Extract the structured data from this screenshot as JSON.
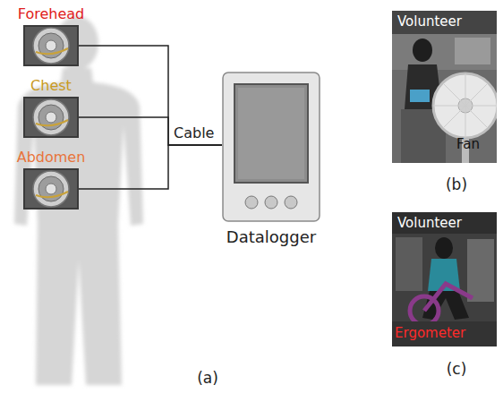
{
  "diagram": {
    "nodes": [
      {
        "text": [
          "Forehead"
        ]
      },
      {
        "text": [
          "Chest"
        ]
      },
      {
        "text": [
          "Abdomen"
        ]
      },
      {
        "text": [
          "Datalogger"
        ]
      },
      {
        "text": [
          "Volunteer",
          "Fan"
        ]
      },
      {
        "text": [
          "Volunteer",
          "Ergometer"
        ]
      }
    ],
    "edges": [
      {
        "from": 0,
        "to": 3,
        "arrow": "none"
      },
      {
        "from": 1,
        "to": 3,
        "arrow": "none",
        "label": "Cable"
      },
      {
        "from": 2,
        "to": 3,
        "arrow": "none"
      }
    ],
    "labels": [
      "(a)",
      "(b)",
      "(c)"
    ]
  }
}
